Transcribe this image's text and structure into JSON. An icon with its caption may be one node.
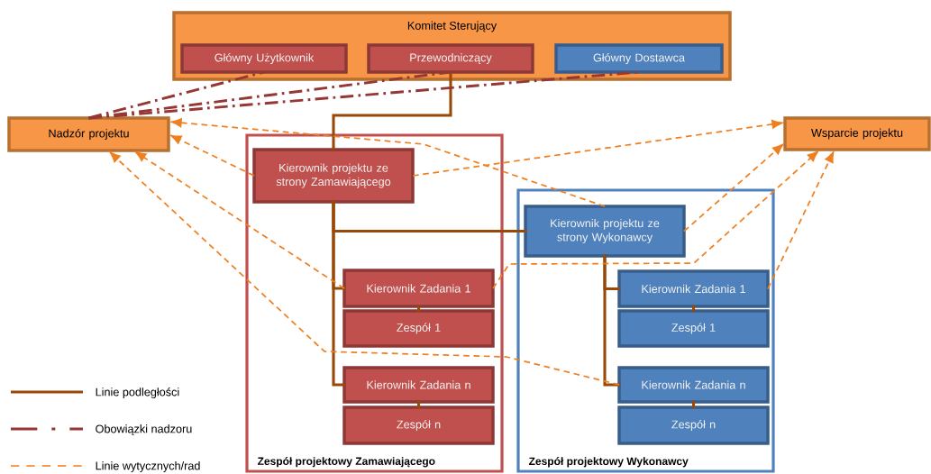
{
  "diagram": {
    "nodes": [
      {
        "text": [
          "Komitet Sterujący"
        ]
      },
      {
        "text": [
          "Główny Użytkownik"
        ],
        "in": 0
      },
      {
        "text": [
          "Przewodniczący"
        ],
        "in": 0
      },
      {
        "text": [
          "Główny Dostawca"
        ],
        "in": 0
      },
      {
        "text": [
          "Nadzór projektu"
        ]
      },
      {
        "text": [
          "Wsparcie projektu"
        ]
      },
      {
        "text": [
          "Zespół projektowy Zamawiającego"
        ]
      },
      {
        "text": [
          "Kierownik projektu ze strony Zamawiającego"
        ],
        "in": 6
      },
      {
        "text": [
          "Kierownik Zadania 1"
        ],
        "in": 6
      },
      {
        "text": [
          "Zespół 1"
        ],
        "in": 6
      },
      {
        "text": [
          "Kierownik Zadania n"
        ],
        "in": 6
      },
      {
        "text": [
          "Zespół n"
        ],
        "in": 6
      },
      {
        "text": [
          "Zespół projektowy Wykonawcy"
        ]
      },
      {
        "text": [
          "Kierownik projektu ze strony Wykonawcy"
        ],
        "in": 12
      },
      {
        "text": [
          "Kierownik Zadania 1"
        ],
        "in": 12
      },
      {
        "text": [
          "Zespół 1"
        ],
        "in": 12
      },
      {
        "text": [
          "Kierownik Zadania n"
        ],
        "in": 12
      },
      {
        "text": [
          "Zespół n"
        ],
        "in": 12
      }
    ],
    "edges": [
      {
        "from": 2,
        "to": 7,
        "arrow": "none"
      },
      {
        "from": 7,
        "to": 8,
        "arrow": "none"
      },
      {
        "from": 7,
        "to": 10,
        "arrow": "none"
      },
      {
        "from": 7,
        "to": 13,
        "arrow": "none"
      },
      {
        "from": 8,
        "to": 9,
        "arrow": "none"
      },
      {
        "from": 10,
        "to": 11,
        "arrow": "none"
      },
      {
        "from": 13,
        "to": 14,
        "arrow": "none"
      },
      {
        "from": 13,
        "to": 16,
        "arrow": "none"
      },
      {
        "from": 14,
        "to": 15,
        "arrow": "none"
      },
      {
        "from": 16,
        "to": 17,
        "arrow": "none"
      },
      {
        "from": 4,
        "to": 1,
        "arrow": "none",
        "style": "dashed",
        "color": "#953735"
      },
      {
        "from": 4,
        "to": 2,
        "arrow": "none",
        "style": "dashed",
        "color": "#953735"
      },
      {
        "from": 4,
        "to": 3,
        "arrow": "none",
        "style": "dashed",
        "color": "#953735"
      },
      {
        "from": 7,
        "to": 4,
        "arrow": "to",
        "style": "dashed",
        "color": "#f07f1f"
      },
      {
        "from": 8,
        "to": 4,
        "arrow": "to",
        "style": "dashed",
        "color": "#f07f1f"
      },
      {
        "from": 13,
        "to": 4,
        "arrow": "to",
        "style": "dashed",
        "color": "#f07f1f"
      },
      {
        "from": 16,
        "to": 4,
        "arrow": "to",
        "style": "dashed",
        "color": "#f07f1f"
      },
      {
        "from": 7,
        "to": 5,
        "arrow": "to",
        "style": "dashed",
        "color": "#f07f1f"
      },
      {
        "from": 8,
        "to": 5,
        "arrow": "to",
        "style": "dashed",
        "color": "#f07f1f"
      },
      {
        "from": 13,
        "to": 5,
        "arrow": "to",
        "style": "dashed",
        "color": "#f07f1f"
      },
      {
        "from": 14,
        "to": 5,
        "arrow": "to",
        "style": "dashed",
        "color": "#f07f1f"
      }
    ],
    "legend": [
      {
        "text": "Linie podległości"
      },
      {
        "text": "Obowiązki nadzoru"
      },
      {
        "text": "Linie wytycznych/rad"
      }
    ]
  }
}
